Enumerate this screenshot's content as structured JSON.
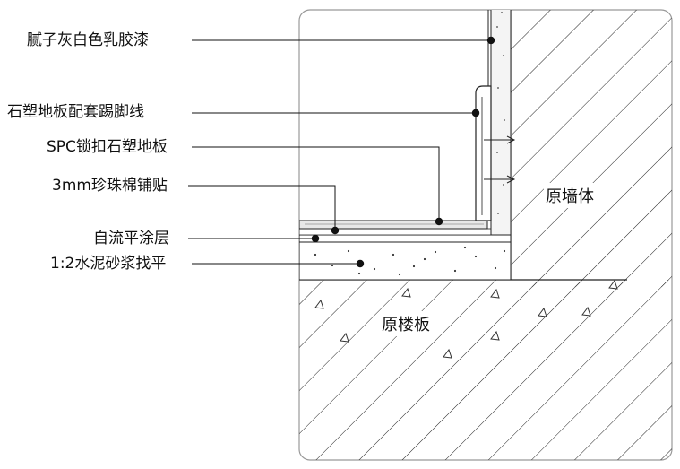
{
  "callouts": [
    "腻子灰白色乳胶漆",
    "石塑地板配套踢脚线",
    "SPC锁扣石塑地板",
    "3mm珍珠棉铺贴",
    "自流平涂层",
    "1:2水泥砂浆找平"
  ],
  "regions": {
    "wall": "原墙体",
    "floor_slab": "原楼板"
  },
  "colors": {
    "line": "#111111",
    "frame": "#999999"
  }
}
